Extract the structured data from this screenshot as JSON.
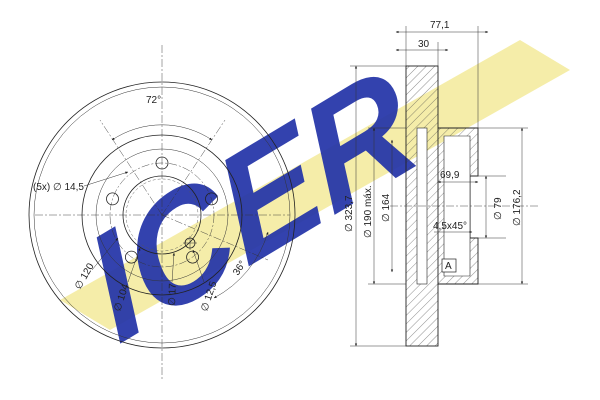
{
  "colors": {
    "logo_blue": "#2233a8",
    "logo_yellow": "#f3ea9a",
    "line": "#222222",
    "background": "#ffffff"
  },
  "logo": {
    "text": "ICER"
  },
  "front_view": {
    "angle_between_holes": "72°",
    "hole_count_diameter": "(5x) ∅ 14,5",
    "bolt_circle": "∅ 120",
    "center_bore": "∅ 104",
    "small_hole_circle": "∅ 17",
    "small_hole": "∅ 12,5",
    "small_hole_angle": "36°"
  },
  "section_view": {
    "total_height": "77,1",
    "disc_thickness": "30",
    "outer_diameter": "∅ 323,7",
    "max_friction_diameter": "∅ 190 máx.",
    "hat_diameter": "∅ 164",
    "hat_depth": "69,9",
    "center_bore": "∅ 79",
    "hub_outer_diameter": "∅ 176,2",
    "chamfer": "4,5x45°",
    "datum": "A"
  }
}
